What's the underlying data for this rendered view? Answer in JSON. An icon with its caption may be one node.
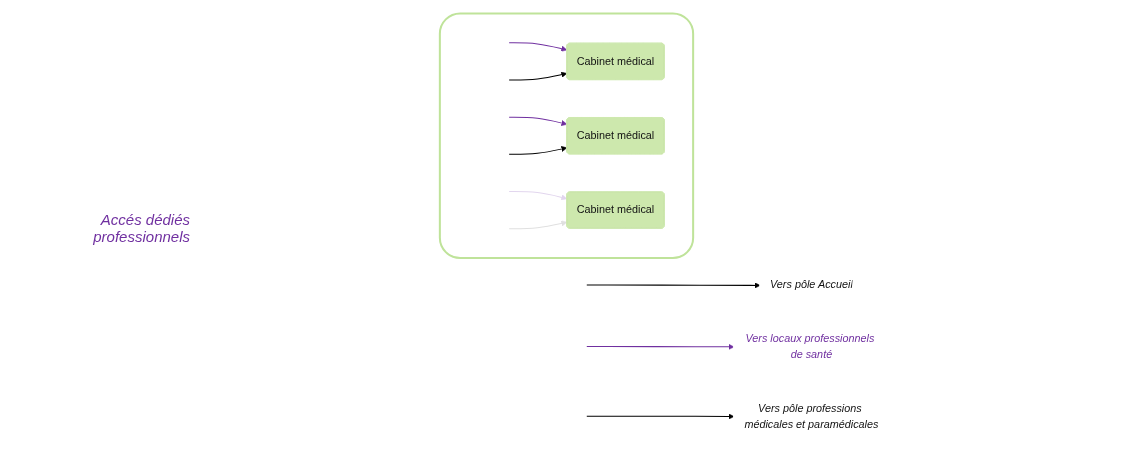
{
  "diagram": {
    "nodes": [
      {
        "text": [],
        "shape": "box"
      },
      {
        "text": [
          "Cabinet médical"
        ],
        "in": 0
      },
      {
        "text": [
          "Cabinet médical"
        ],
        "in": 0
      },
      {
        "text": [
          "Cabinet médical"
        ],
        "in": 0
      },
      {
        "text": [
          "Vers pôle Accueil"
        ]
      },
      {
        "text": [
          "Vers locaux professionnels de santé"
        ]
      },
      {
        "text": [
          "Vers pôle professions médicales et paramédicales"
        ]
      }
    ],
    "edges": [
      {
        "from": null,
        "to": 1,
        "arrow": "to",
        "color": "#7030a0"
      },
      {
        "from": null,
        "to": 2,
        "arrow": "to",
        "color": "#7030a0"
      },
      {
        "from": null,
        "to": 3,
        "arrow": "to",
        "color": "#e2d6ee"
      },
      {
        "from": null,
        "to": 1,
        "arrow": "to"
      },
      {
        "from": null,
        "to": 2,
        "arrow": "to"
      },
      {
        "from": null,
        "to": 3,
        "arrow": "to",
        "color": "#e0e0e0"
      },
      {
        "from": null,
        "to": 4,
        "arrow": "to"
      },
      {
        "from": null,
        "to": 5,
        "arrow": "to",
        "color": "#7030a0"
      },
      {
        "from": null,
        "to": 6,
        "arrow": "to"
      }
    ],
    "labels": [
      "Accés dédiés professionnels"
    ]
  }
}
